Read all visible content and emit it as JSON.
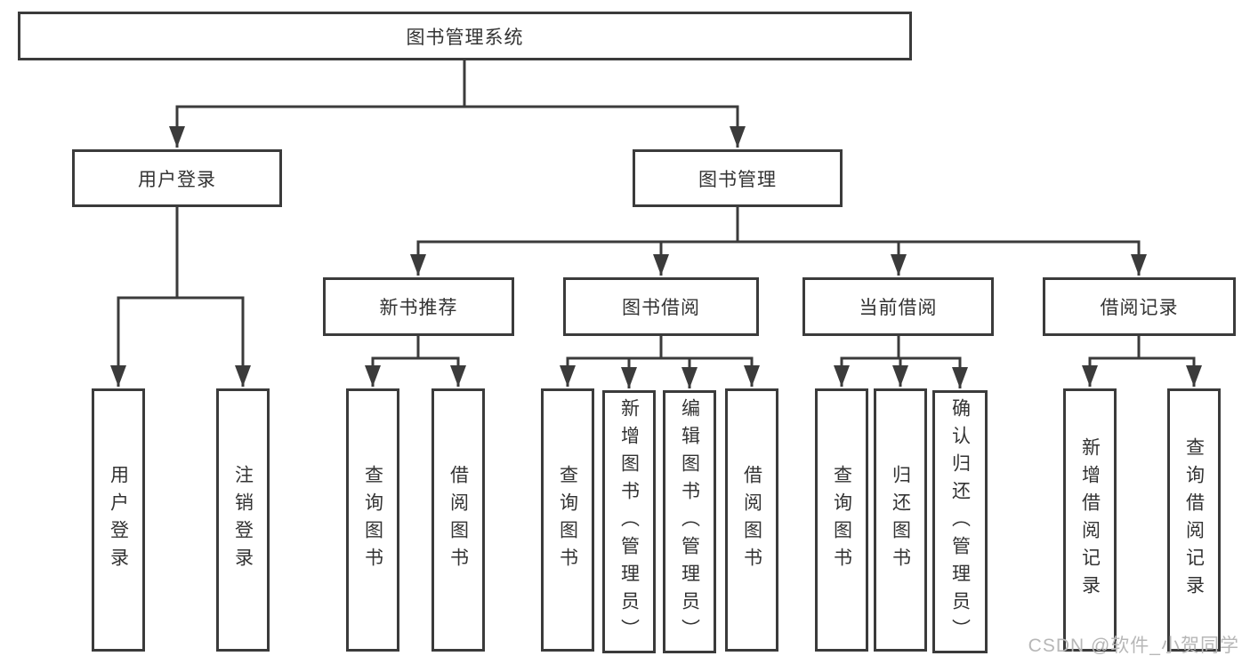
{
  "tree": {
    "root": {
      "label": "图书管理系统"
    },
    "branches": [
      {
        "label": "用户登录",
        "children": [
          {
            "label": "用户登录"
          },
          {
            "label": "注销登录"
          }
        ]
      },
      {
        "label": "图书管理",
        "children": [
          {
            "label": "新书推荐",
            "children": [
              {
                "label": "查询图书"
              },
              {
                "label": "借阅图书"
              }
            ]
          },
          {
            "label": "图书借阅",
            "children": [
              {
                "label": "查询图书"
              },
              {
                "label": "新增图书（管理员）"
              },
              {
                "label": "编辑图书（管理员）"
              },
              {
                "label": "借阅图书"
              }
            ]
          },
          {
            "label": "当前借阅",
            "children": [
              {
                "label": "查询图书"
              },
              {
                "label": "归还图书"
              },
              {
                "label": "确认归还（管理员）"
              }
            ]
          },
          {
            "label": "借阅记录",
            "children": [
              {
                "label": "新增借阅记录"
              },
              {
                "label": "查询借阅记录"
              }
            ]
          }
        ]
      }
    ]
  },
  "watermark": "CSDN @软件_小贺同学",
  "colors": {
    "line": "#3b3b3b",
    "text": "#333333",
    "watermark": "#b7b7b7",
    "background": "#ffffff"
  }
}
